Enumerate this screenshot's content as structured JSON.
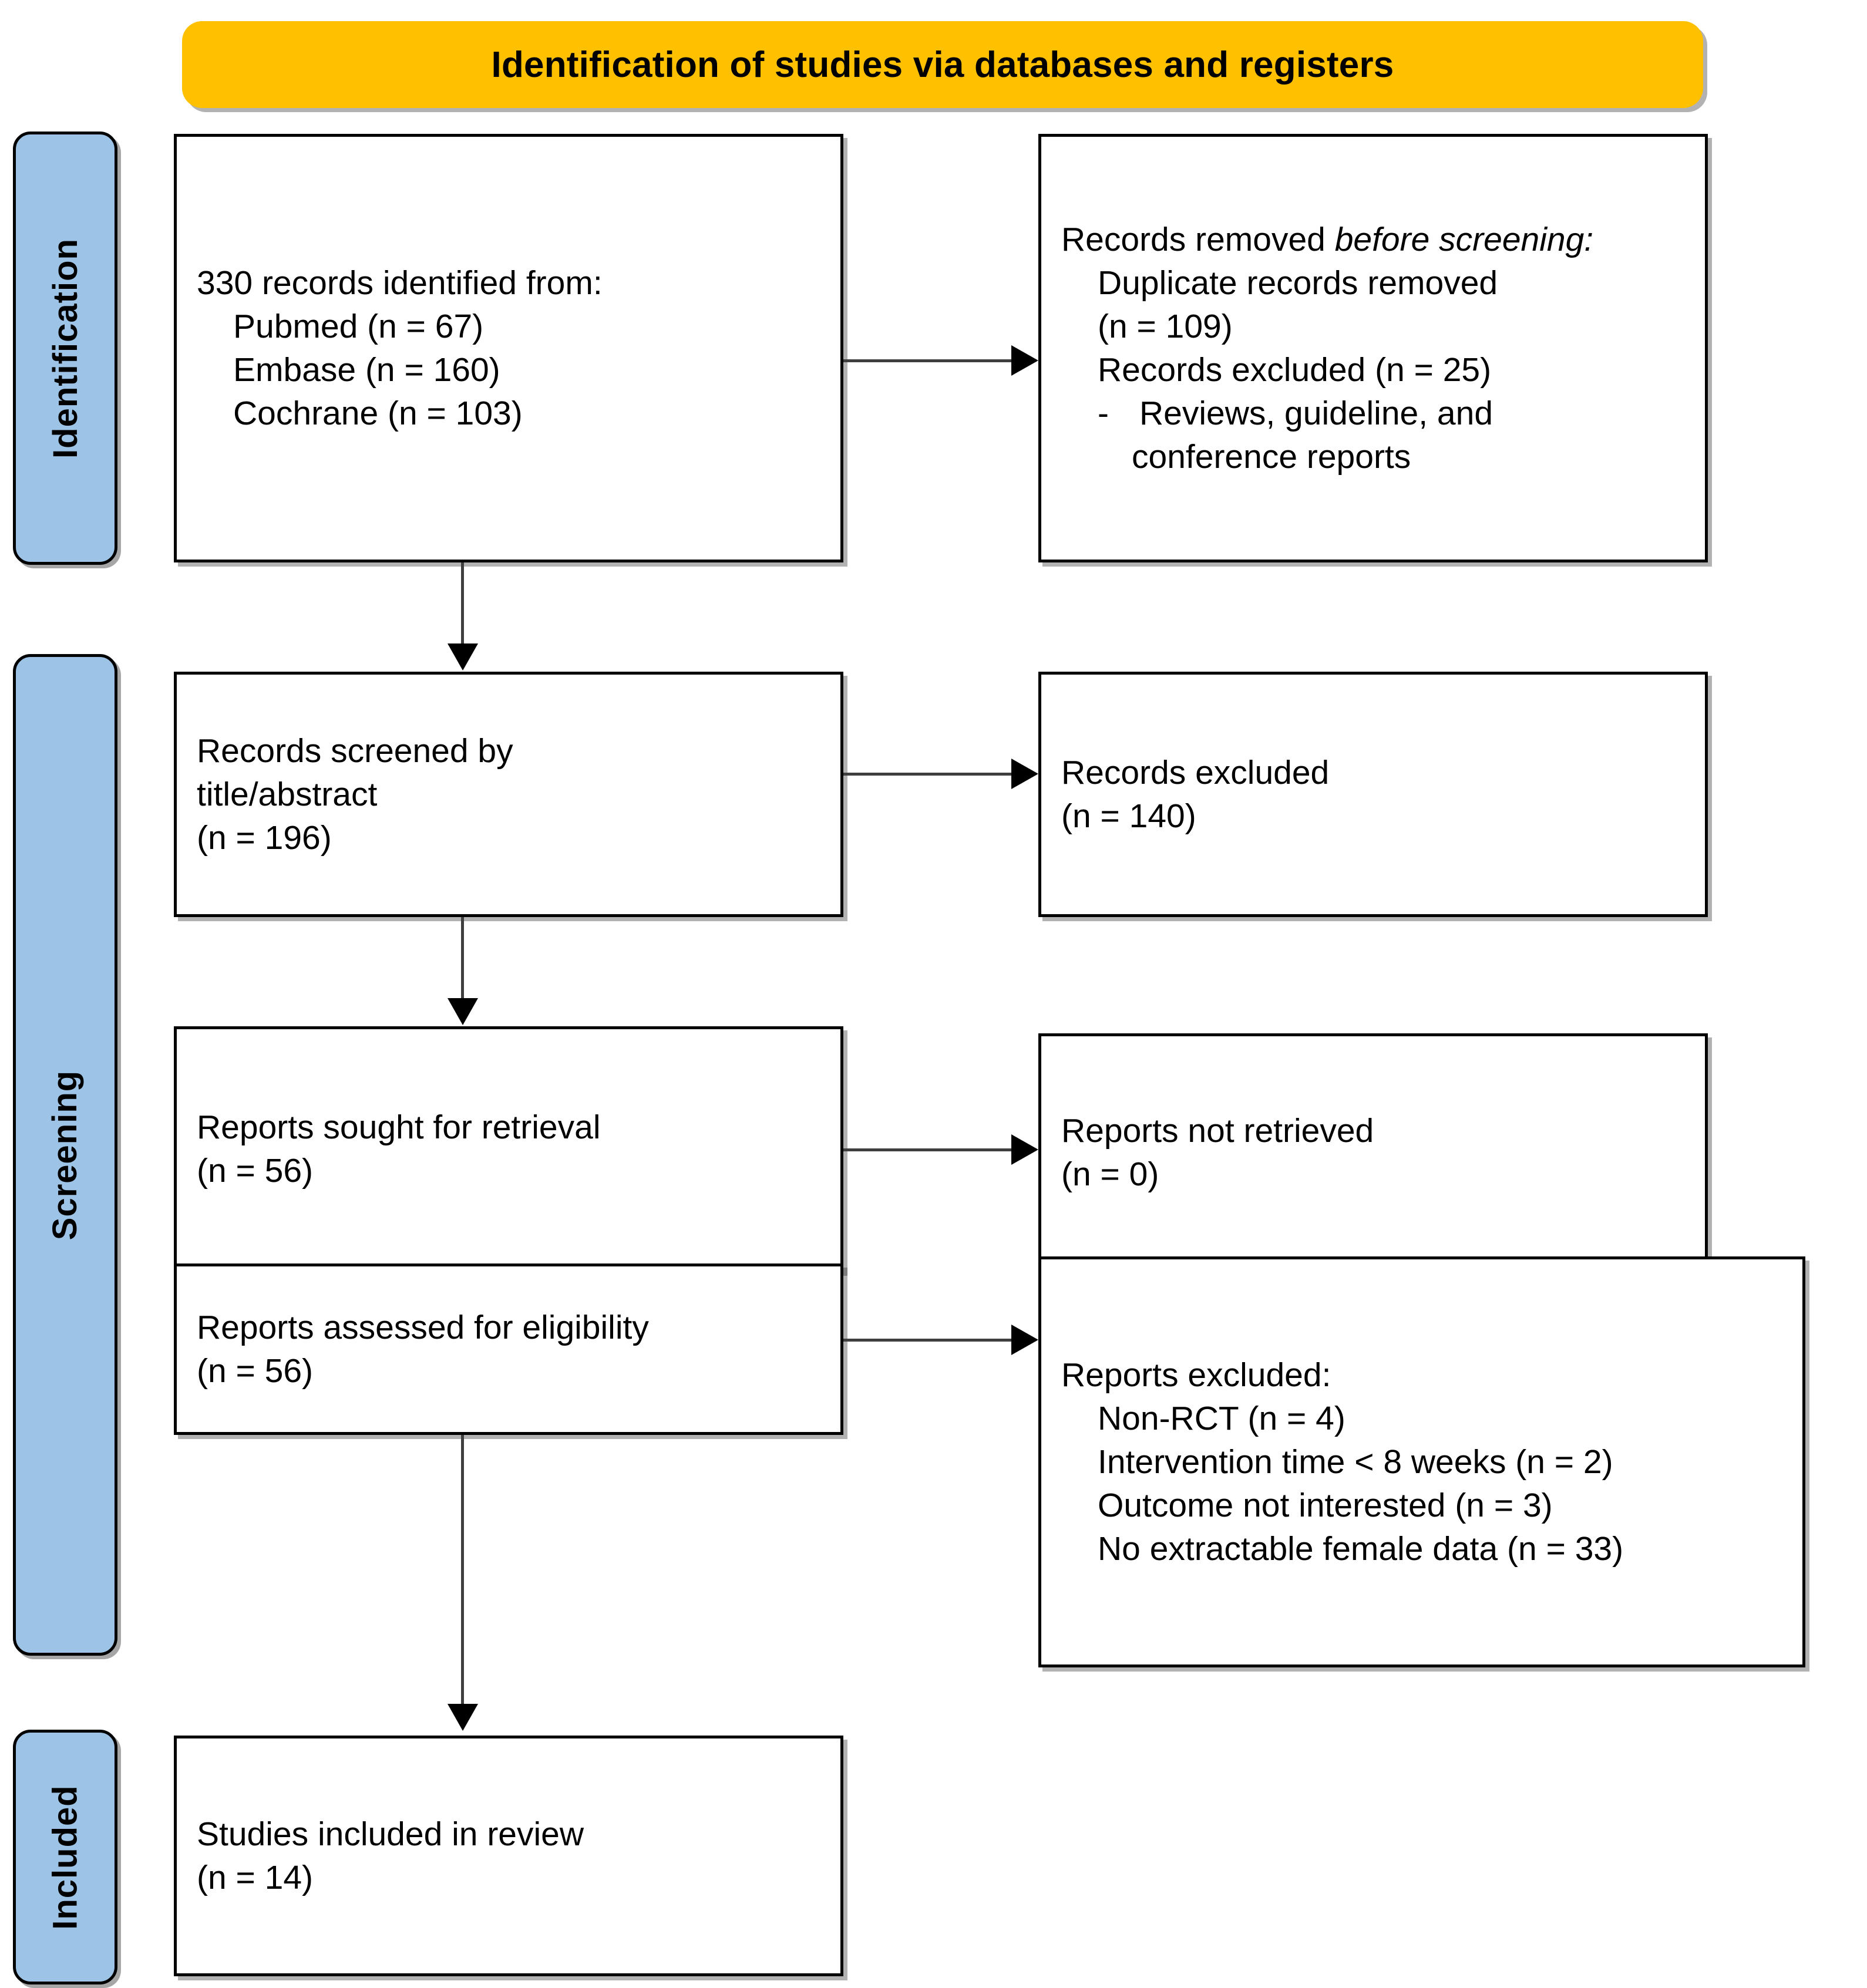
{
  "diagram": {
    "type": "prisma-flow-diagram",
    "banner": {
      "title": "Identification of studies via databases and registers",
      "color": "#FFC000"
    },
    "stages": [
      {
        "id": "identification",
        "label": "Identification",
        "color": "#9DC3E6"
      },
      {
        "id": "screening",
        "label": "Screening",
        "color": "#9DC3E6"
      },
      {
        "id": "included",
        "label": "Included",
        "color": "#9DC3E6"
      }
    ],
    "nodes": {
      "records_identified": {
        "title": "330 records identified from:",
        "items": [
          "Pubmed (n = 67)",
          "Embase (n = 160)",
          "Cochrane (n = 103)"
        ],
        "total": 330,
        "sources": [
          {
            "name": "Pubmed",
            "n": 67
          },
          {
            "name": "Embase",
            "n": 160
          },
          {
            "name": "Cochrane",
            "n": 103
          }
        ]
      },
      "records_removed": {
        "title_plain": "Records removed ",
        "title_italic": "before screening",
        "title_suffix": ":",
        "duplicate_label": "Duplicate records removed",
        "duplicate_count": "(n = 109)",
        "excluded_label": "Records excluded (n = 25)",
        "dash": "-",
        "reason_line1": "Reviews, guideline, and",
        "reason_line2": "conference reports"
      },
      "records_screened": {
        "line1": "Records screened by",
        "line2": "title/abstract",
        "count": "(n = 196)",
        "n": 196
      },
      "records_excluded": {
        "label": "Records excluded",
        "count": "(n = 140)",
        "n": 140
      },
      "reports_sought": {
        "label": "Reports sought for retrieval",
        "count": "(n = 56)",
        "n": 56
      },
      "reports_not_retrieved": {
        "label": "Reports not retrieved",
        "count": "(n = 0)",
        "n": 0
      },
      "reports_assessed": {
        "label": "Reports assessed for eligibility",
        "count": "(n = 56)",
        "n": 56
      },
      "reports_excluded": {
        "title": "Reports excluded:",
        "reasons": [
          "Non-RCT (n = 4)",
          "Intervention time < 8 weeks (n = 2)",
          "Outcome not interested (n = 3)",
          "No extractable female data (n = 33)"
        ]
      },
      "studies_included": {
        "label": "Studies included in review",
        "count": "(n = 14)",
        "n": 14
      }
    }
  }
}
